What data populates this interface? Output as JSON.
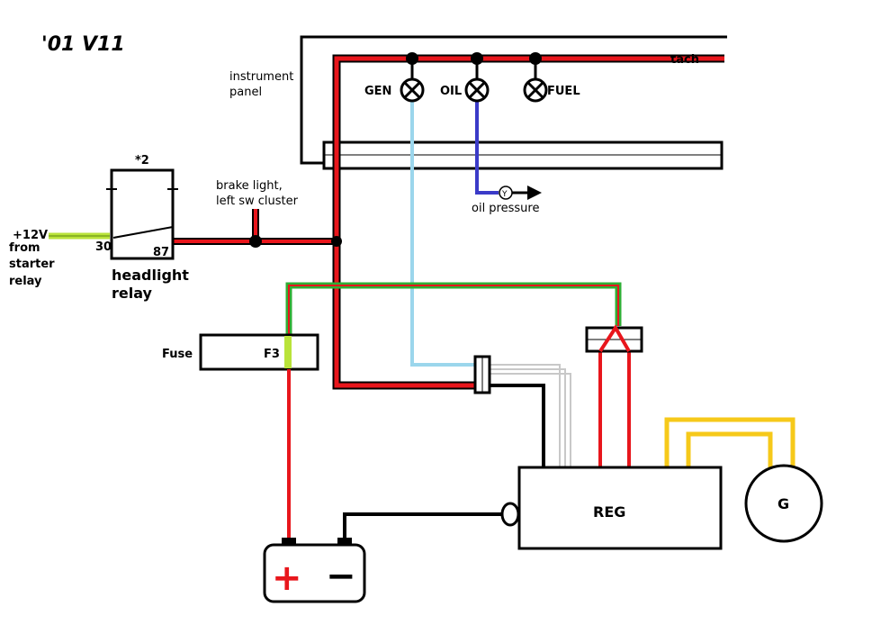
{
  "title": "'01 V11",
  "instrument_panel": {
    "label_line1": "instrument",
    "label_line2": "panel"
  },
  "lamps": {
    "gen": "GEN",
    "oil": "OIL",
    "fuel": "FUEL"
  },
  "tach": "tach",
  "oil_pressure": "oil pressure",
  "brake_light": {
    "line1": "brake light,",
    "line2": "left sw cluster"
  },
  "relay": {
    "note": "*2",
    "pin30": "30",
    "pin87": "87",
    "label_line1": "headlight",
    "label_line2": "relay"
  },
  "supply": {
    "voltage": "+12V",
    "line1": "from",
    "line2": "starter",
    "line3": "relay"
  },
  "fuse": {
    "label": "Fuse",
    "id": "F3"
  },
  "regulator": "REG",
  "generator": "G",
  "battery": {
    "plus": "+",
    "minus": "−"
  },
  "colors": {
    "red": "#e8161c",
    "green": "#2fae35",
    "light_blue": "#9bd6ec",
    "blue": "#3b3bc8",
    "yellow": "#f6c91a",
    "lime": "#b9e33a",
    "black": "#000000",
    "gray": "#c8c8c8"
  }
}
